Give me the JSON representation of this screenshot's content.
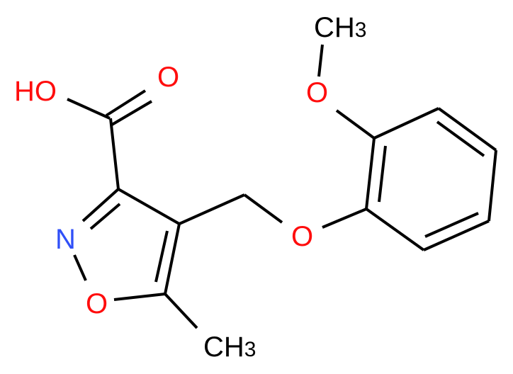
{
  "molecule": {
    "description": "4-[(2-methoxyphenoxy)methyl]-5-methyl-1,2-oxazole-3-carboxylic acid",
    "colors": {
      "carbon": "#000000",
      "oxygen": "#ff0d0d",
      "nitrogen": "#3050f8",
      "background": "#ffffff"
    },
    "atoms": {
      "hydroxyl": {
        "text": "HO",
        "element": "O"
      },
      "carbonyl_o": {
        "text": "O",
        "element": "O"
      },
      "ring_n": {
        "text": "N",
        "element": "N"
      },
      "ring_o": {
        "text": "O",
        "element": "O"
      },
      "ether_o": {
        "text": "O",
        "element": "O"
      },
      "methoxy_o": {
        "text": "O",
        "element": "O"
      },
      "methoxy_ch3": {
        "text": "CH",
        "sub": "3"
      },
      "ring_ch3": {
        "text": "CH",
        "sub": "3"
      }
    }
  }
}
